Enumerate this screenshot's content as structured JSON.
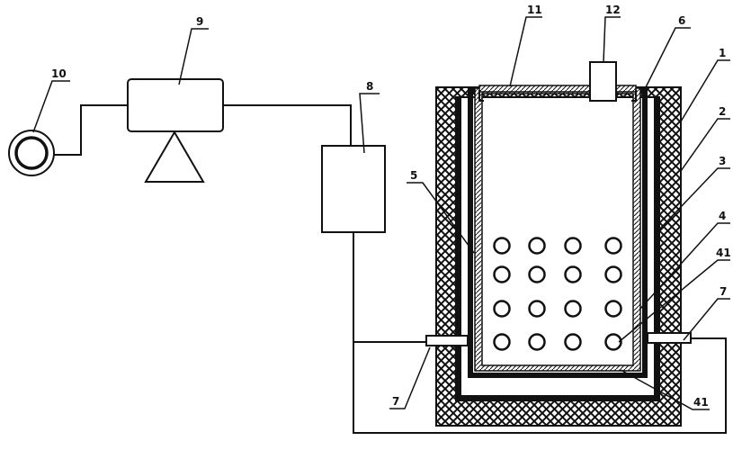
{
  "labels": {
    "n1": "1",
    "n2": "2",
    "n3": "3",
    "n4": "4",
    "n41_right": "41",
    "n41_bottom": "41",
    "n5": "5",
    "n6": "6",
    "n7_left": "7",
    "n7_right": "7",
    "n8": "8",
    "n9": "9",
    "n10": "10",
    "n11": "11",
    "n12": "12"
  },
  "hole_grid": {
    "rows": 4,
    "cols": 4
  },
  "colors": {
    "ink": "#111111",
    "background": "#ffffff"
  }
}
